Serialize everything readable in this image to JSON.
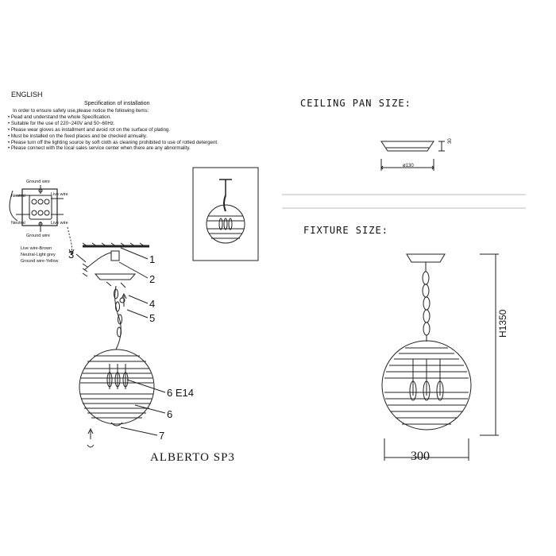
{
  "language": "ENGLISH",
  "spec": {
    "title": "Specification of installation",
    "items": [
      "In order to ensure safety use,please notice the following items:",
      "• Pead and understand the whole Specification.",
      "• Suitable for the use of 220~240V and 50~60Hz.",
      "• Please wear gloves as installment and avoid rot on the surface of plating.",
      "• Must be installed on the fixed places and be checked annually.",
      "• Please turn off the lighting source by soft cloth as cleaning prohibited to use of rotted detergent.",
      "• Please connect with the local sales service center when there are any abnormality."
    ]
  },
  "wiring": {
    "ground_top": "Ground wire",
    "neutral_left": "Neutral",
    "live_right_top": "Live wire",
    "neutral_left_bottom": "Neutral",
    "live_right_bottom": "Live wire",
    "ground_bottom": "Ground wire",
    "legend_live": "Live wire-Brown",
    "legend_neutral": "Neutral-Light grey",
    "legend_ground": "Ground wire-Yellow"
  },
  "parts": {
    "n1": "1",
    "n2": "2",
    "n3": "3",
    "n4": "4",
    "n5": "5",
    "n6a": "6  E14",
    "n6b": "6",
    "n7": "7"
  },
  "model": "ALBERTO SP3",
  "ceiling_pan": {
    "title": "CEILING PAN SIZE:",
    "diameter": "ø130",
    "height": "30"
  },
  "fixture": {
    "title": "FIXTURE SIZE:",
    "width": "300",
    "height": "H1350"
  }
}
